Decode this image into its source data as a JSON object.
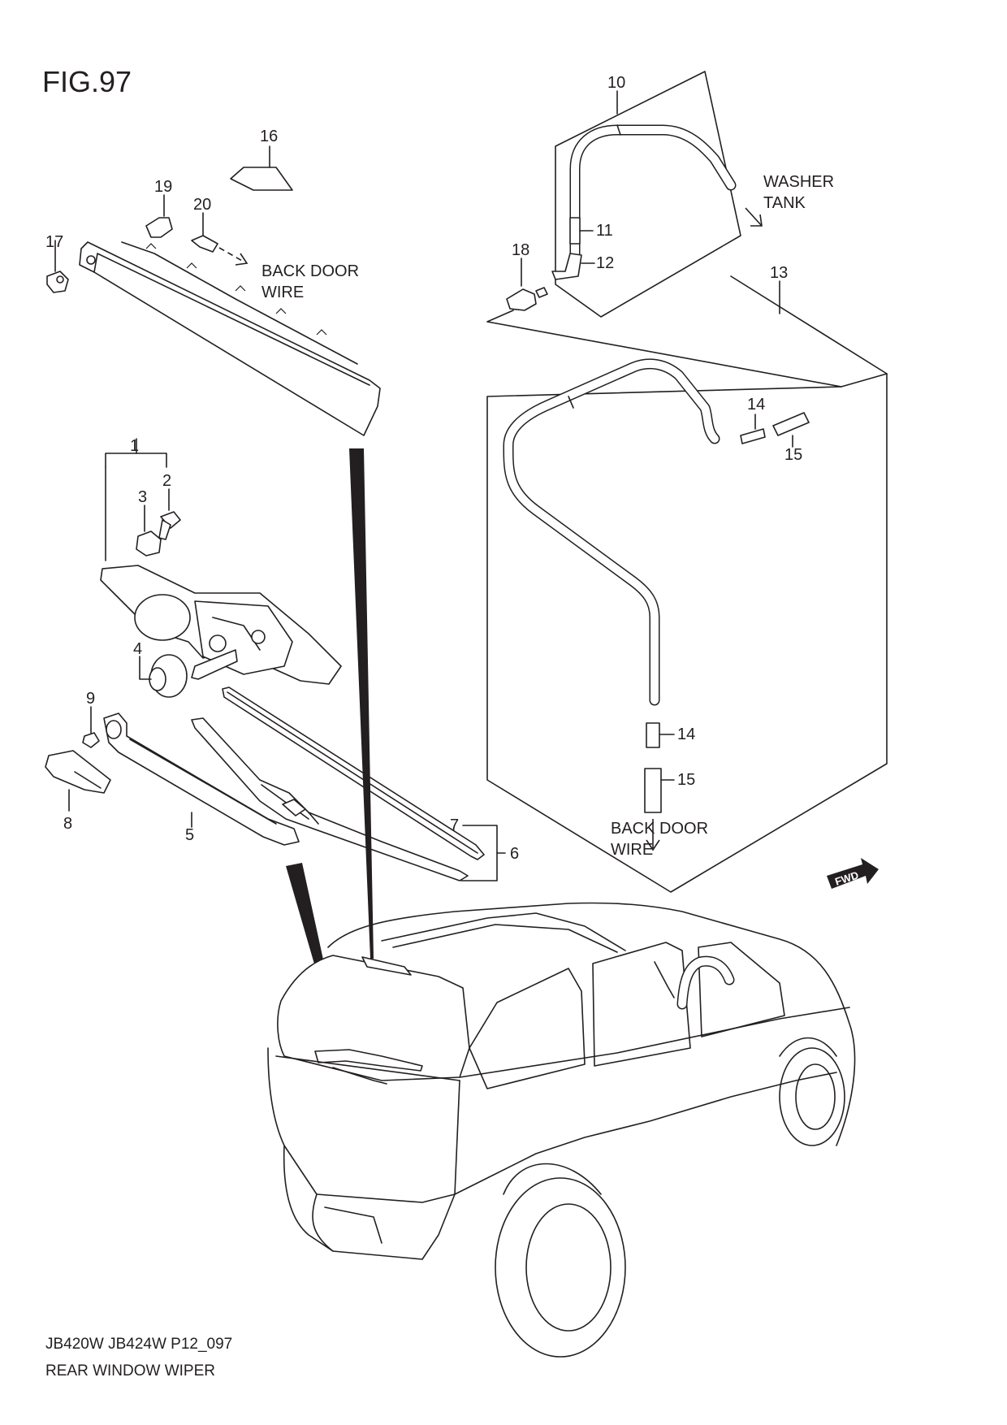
{
  "figure": {
    "title": "FIG.97",
    "model_code": "JB420W JB424W P12_097",
    "caption": "REAR WINDOW WIPER",
    "fwd_badge": "FWD"
  },
  "callouts": {
    "c1": "1",
    "c2": "2",
    "c3": "3",
    "c4": "4",
    "c5": "5",
    "c6": "6",
    "c7": "7",
    "c8": "8",
    "c9": "9",
    "c10": "10",
    "c11": "11",
    "c12": "12",
    "c13": "13",
    "c14a": "14",
    "c14b": "14",
    "c15a": "15",
    "c15b": "15",
    "c16": "16",
    "c17": "17",
    "c18": "18",
    "c19": "19",
    "c20": "20"
  },
  "notes": {
    "back_door_wire_1": [
      "BACK DOOR",
      "WIRE"
    ],
    "washer_tank": [
      "WASHER",
      "TANK"
    ],
    "back_door_wire_2": [
      "BACK DOOR",
      "WIRE"
    ]
  },
  "icons": {
    "fwd_arrow": "fwd-arrow-icon",
    "direction_arrow": "arrow-icon"
  }
}
